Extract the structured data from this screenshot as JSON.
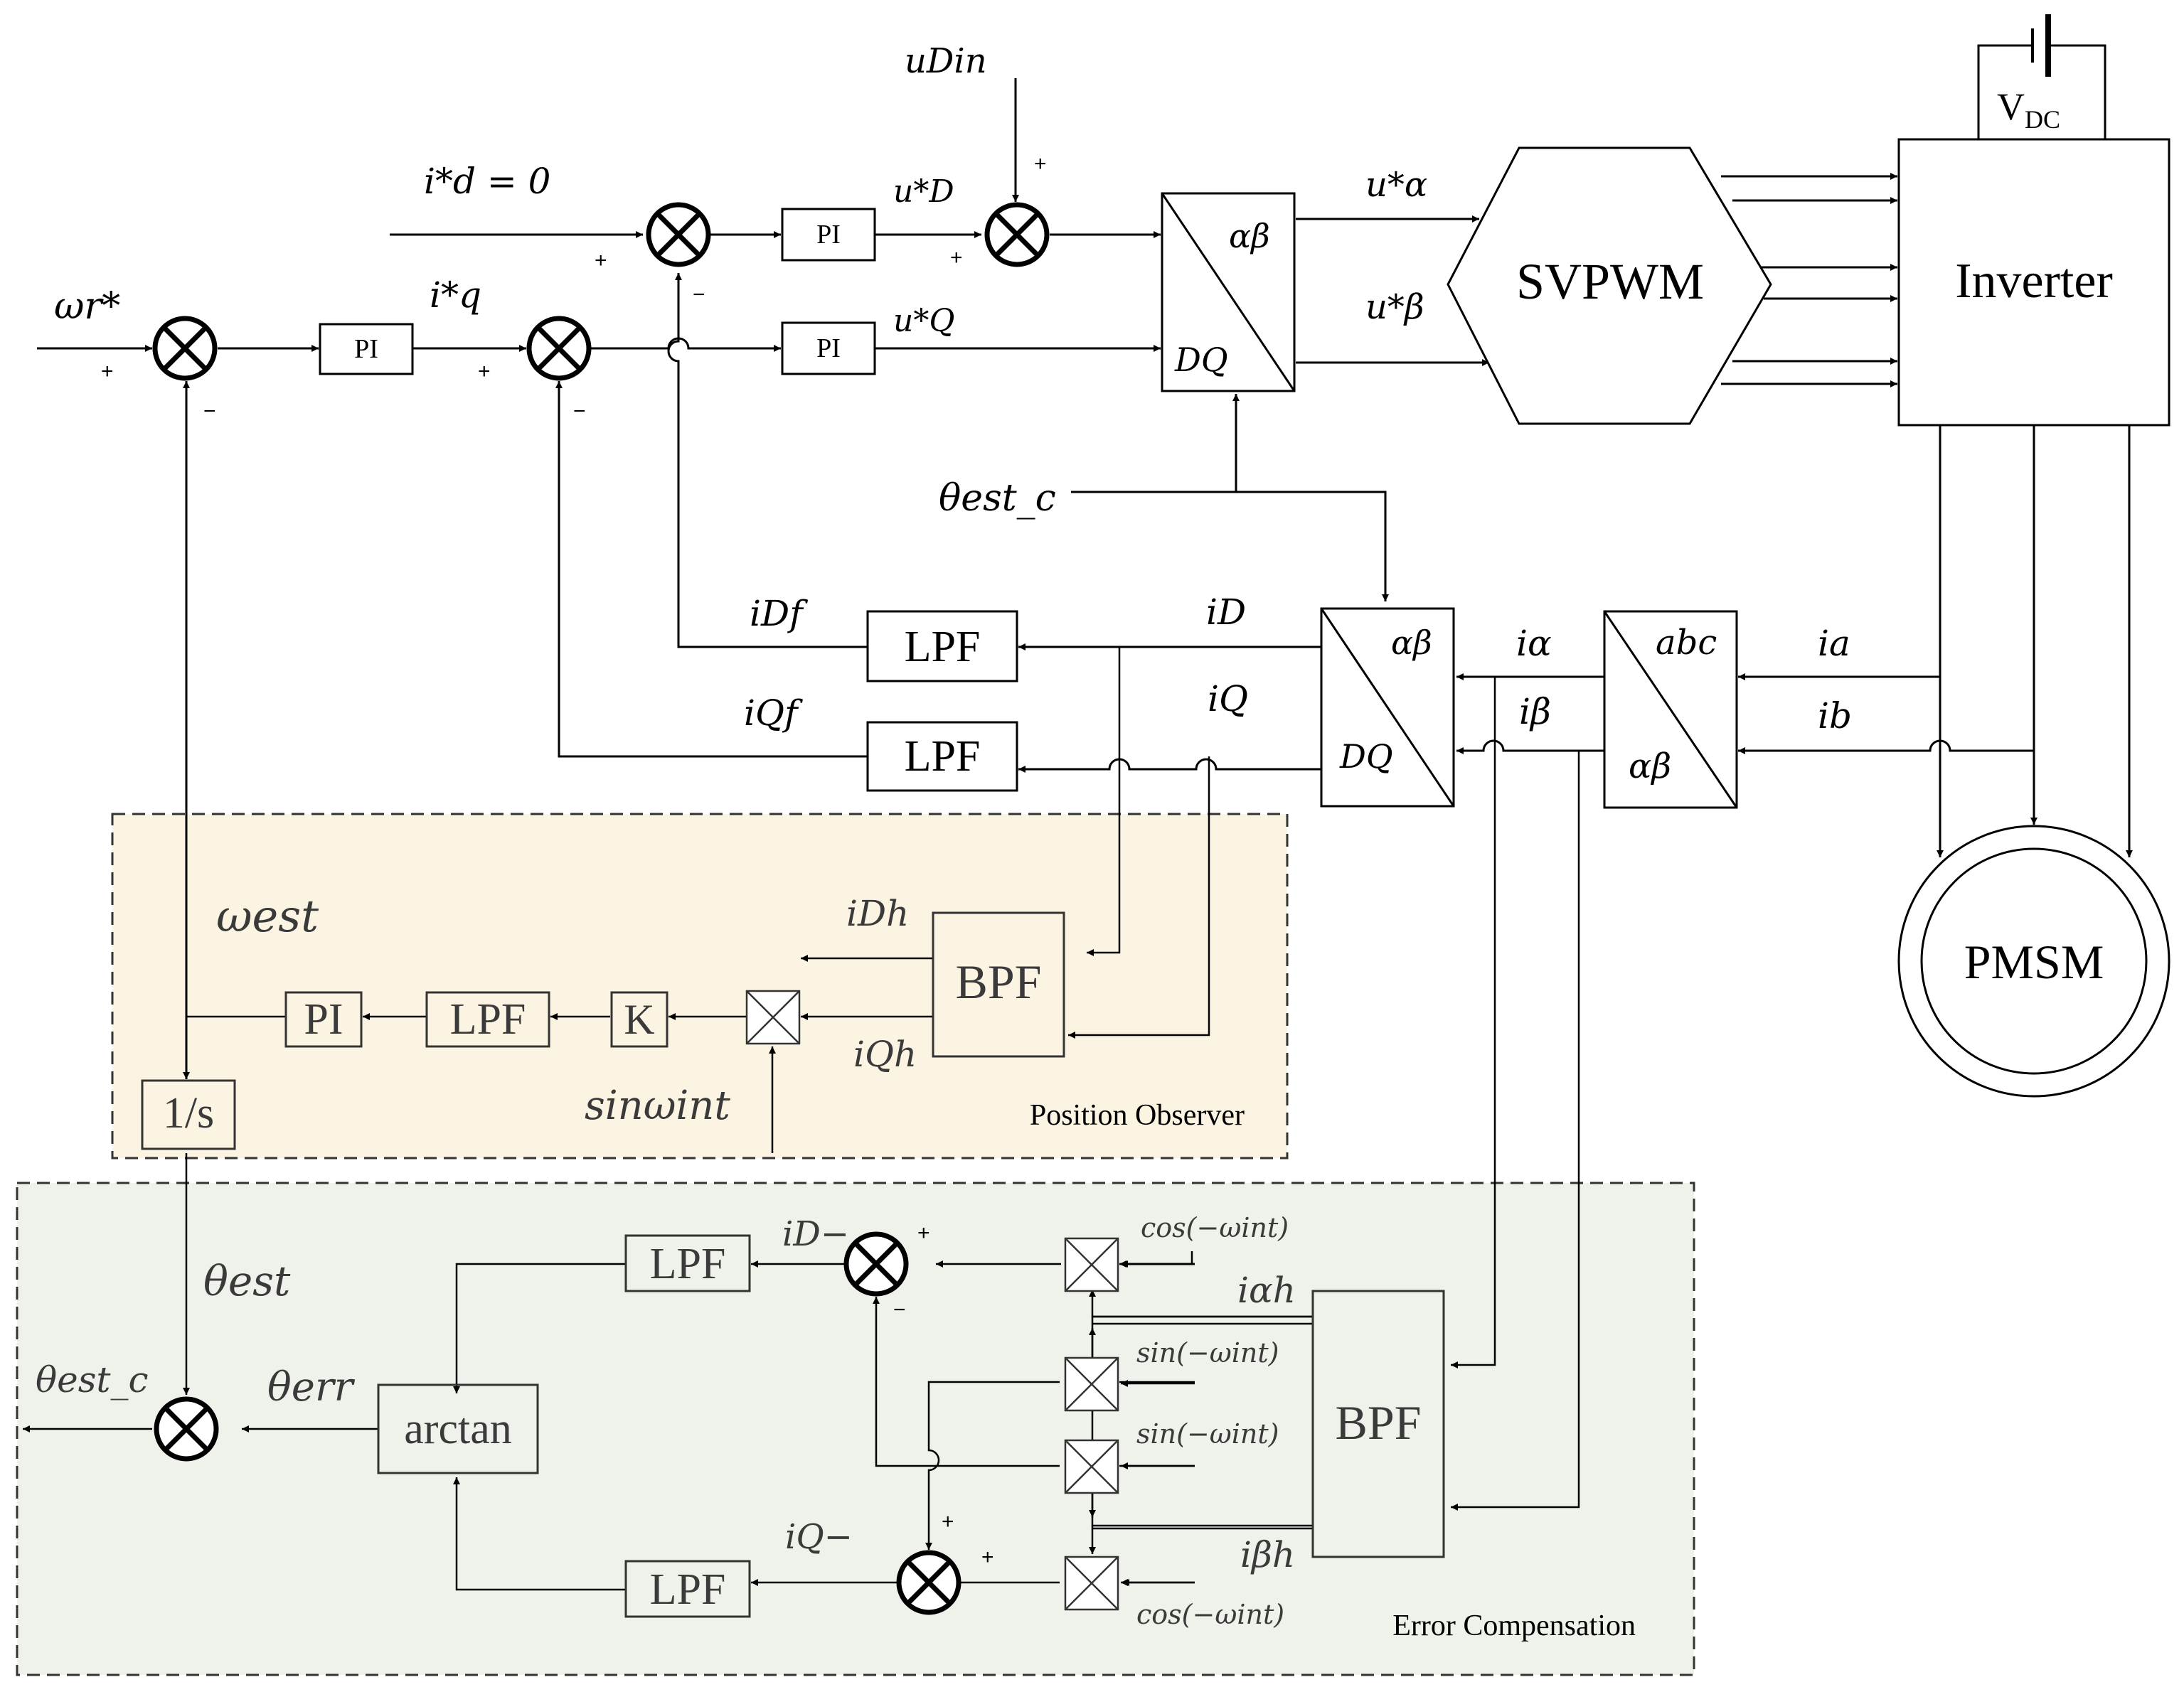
{
  "colors": {
    "position_observer_fill": "#fcf4e3",
    "error_compensation_fill": "#eef2ea",
    "line": "#000000",
    "region_line": "#333333"
  },
  "regions": {
    "position_observer": "Position  Observer",
    "error_compensation": "Error Compensation"
  },
  "blocks": {
    "pi": "PI",
    "lpf": "LPF",
    "bpf": "BPF",
    "k": "K",
    "integrator": "1/s",
    "arctan": "arctan",
    "svpwm": "SVPWM",
    "inverter": "Inverter",
    "pmsm": "PMSM",
    "vdc": "V",
    "vdc_sub": "DC",
    "dq_ab_top": "αβ",
    "dq_ab_bottom": "DQ",
    "abc_top": "abc",
    "abc_bottom": "αβ"
  },
  "signals": {
    "omega_r_ref": "ωr*",
    "id_ref": "i*d = 0",
    "iq_ref": "i*q",
    "uD_ref": "u*D",
    "uQ_ref": "u*Q",
    "uDin": "uDin",
    "u_alpha_ref": "u*α",
    "u_beta_ref": "u*β",
    "theta_est_c": "θest_c",
    "iDf": "iDf",
    "iQf": "iQf",
    "iD": "iD",
    "iQ": "iQ",
    "i_alpha": "iα",
    "i_beta": "iβ",
    "ia": "ia",
    "ib": "ib",
    "omega_est": "ωest",
    "iDh": "iDh",
    "iQh": "iQh",
    "sin_inj": "sinωint",
    "theta_est": "θest",
    "theta_err": "θerr",
    "iD_minus": "iD−",
    "iQ_minus": "iQ−",
    "i_alpha_h": "iαh",
    "i_beta_h": "iβh",
    "cos_neg": "cos(−ωint)",
    "sin_neg": "sin(−ωint)"
  },
  "signs": {
    "plus": "+",
    "minus": "−"
  }
}
